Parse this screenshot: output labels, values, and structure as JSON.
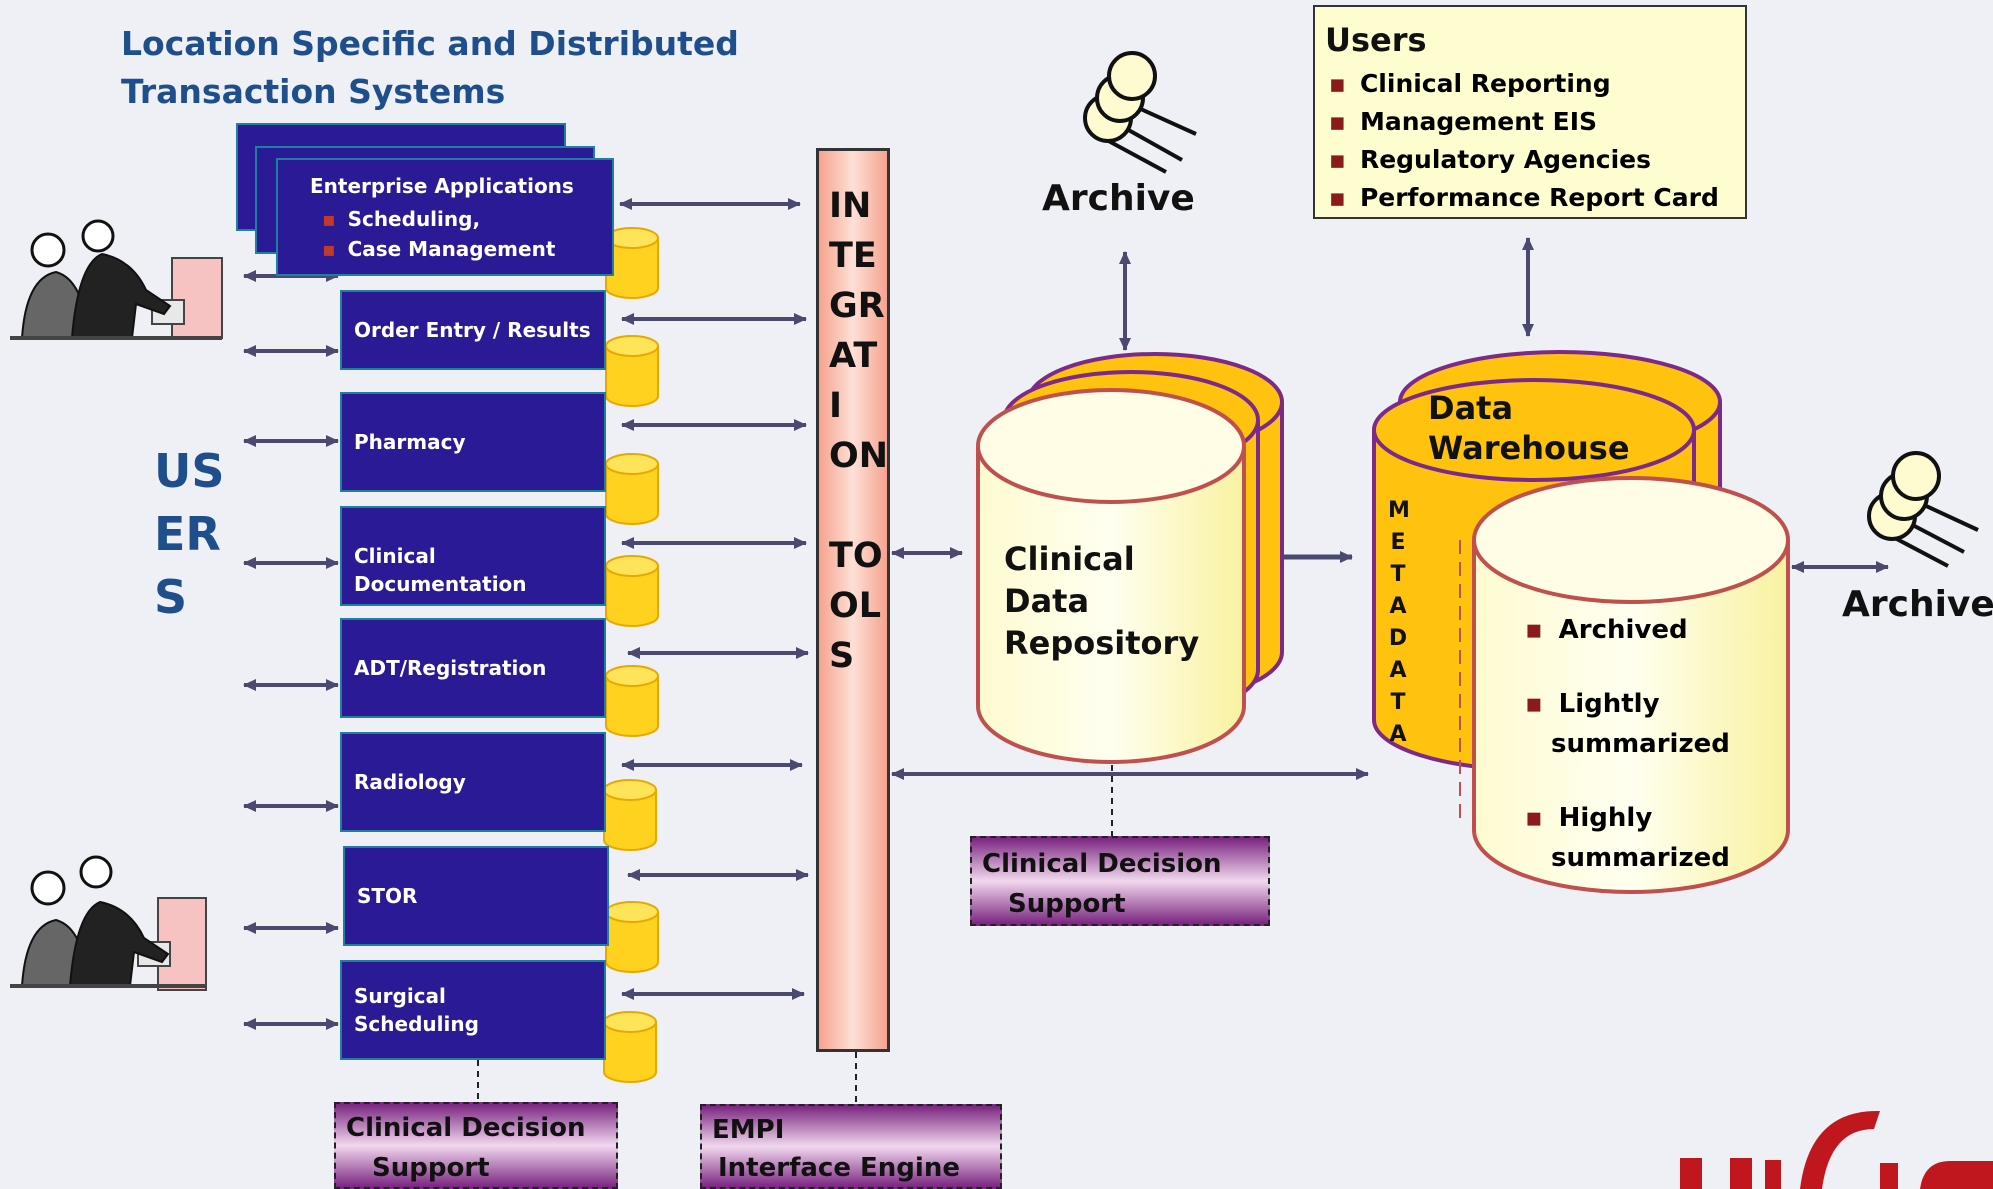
{
  "title": {
    "line1": "Location Specific and Distributed",
    "line2": "Transaction Systems"
  },
  "users_side_label": "US\nER\nS",
  "enterprise": {
    "title": "Enterprise Applications",
    "items": [
      "Scheduling,",
      "Case Management"
    ]
  },
  "systems": [
    {
      "label": "Order Entry / Results"
    },
    {
      "label": "Pharmacy"
    },
    {
      "label": "Clinical Documentation"
    },
    {
      "label": "ADT/Registration"
    },
    {
      "label": "Radiology"
    },
    {
      "label": "STOR"
    },
    {
      "label": "Surgical\nScheduling"
    }
  ],
  "integration_tools": "IN\nTE\nGR\nAT\nI\nON\n\nTO\nOL\nS",
  "clinical_decision_support_left": {
    "line1": "Clinical Decision",
    "line2": "Support"
  },
  "empi": {
    "line1": "EMPI",
    "line2": "Interface Engine"
  },
  "clinical_data_repository": {
    "line1": "Clinical",
    "line2": "Data",
    "line3": "Repository"
  },
  "clinical_decision_support_right": {
    "line1": "Clinical Decision",
    "line2": "Support"
  },
  "archive_top": "Archive",
  "archive_right": "Archive",
  "users_box": {
    "title": "Users",
    "items": [
      "Clinical Reporting",
      "Management EIS",
      "Regulatory Agencies",
      "Performance Report Card"
    ]
  },
  "data_warehouse": {
    "line1": "Data",
    "line2": "Warehouse"
  },
  "metadata": "M\nE\nT\nA\nD\nA\nT\nA",
  "data_warehouse_levels": [
    {
      "line1": "Archived",
      "line2": ""
    },
    {
      "line1": "Lightly",
      "line2": "summarized"
    },
    {
      "line1": "Highly",
      "line2": "summarized"
    }
  ],
  "colors": {
    "system_box": "#2a1a96",
    "system_border": "#1e7fa0",
    "cylinder_yellow": "#ffd21f",
    "cylinder_light": "#fefbd0",
    "cylinder_edge": "#c0504d",
    "warehouse_edge": "#7b2a8a",
    "arrow": "#4a4a70",
    "title_blue": "#1f4e8c"
  }
}
